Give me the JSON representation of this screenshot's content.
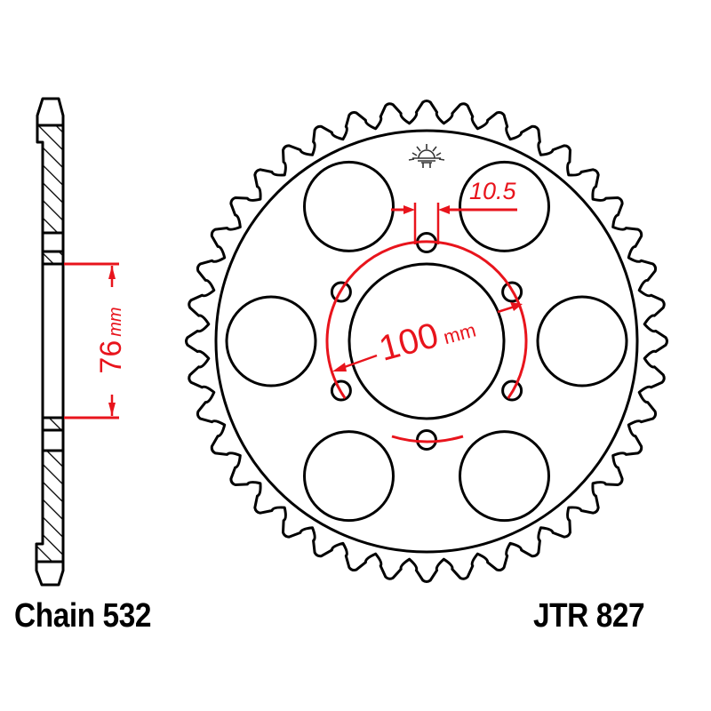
{
  "diagram": {
    "type": "rear-sprocket-technical-drawing",
    "chain_label": "Chain 532",
    "part_number": "JTR 827",
    "colors": {
      "outline": "#000000",
      "dimension": "#e8141c",
      "background": "#ffffff"
    },
    "sprocket": {
      "teeth": 40,
      "lightening_holes": 6,
      "bolt_holes": 6,
      "logo_icon": "sun-logo-icon"
    },
    "dimensions": {
      "bolt_circle": {
        "value": "100",
        "unit": "mm"
      },
      "bolt_hole_spacing": {
        "value": "10.5"
      },
      "hub_width": {
        "value": "76",
        "unit": "mm"
      }
    }
  }
}
